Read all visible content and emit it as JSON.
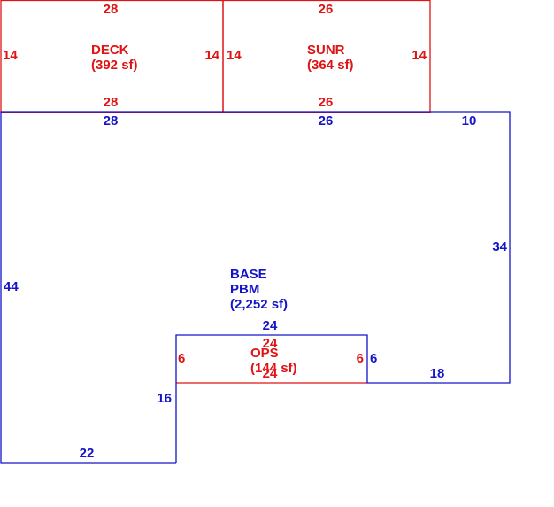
{
  "colors": {
    "base": "#1414c8",
    "addition": "#e01414",
    "background": "#ffffff"
  },
  "areas": {
    "deck": {
      "code": "DECK",
      "area": "(392 sf)",
      "dims": {
        "top": "28",
        "bottom": "28",
        "left": "14",
        "right": "14"
      }
    },
    "sunr": {
      "code": "SUNR",
      "area": "(364 sf)",
      "dims": {
        "top": "26",
        "bottom": "26",
        "left": "14",
        "right": "14"
      }
    },
    "ops": {
      "code": "OPS",
      "area": "(144 sf)",
      "dims": {
        "top": "24",
        "bottom": "24",
        "left": "6",
        "right": "6"
      }
    },
    "base": {
      "code": "BASE",
      "subcode": "PBM",
      "area": "(2,252 sf)",
      "dims": {
        "top_left": "28",
        "top_mid": "26",
        "top_right": "10",
        "right": "34",
        "lower_right": "18",
        "notch_right": "6",
        "notch_top": "24",
        "notch_left": "16",
        "bottom": "22",
        "left": "44"
      }
    }
  }
}
